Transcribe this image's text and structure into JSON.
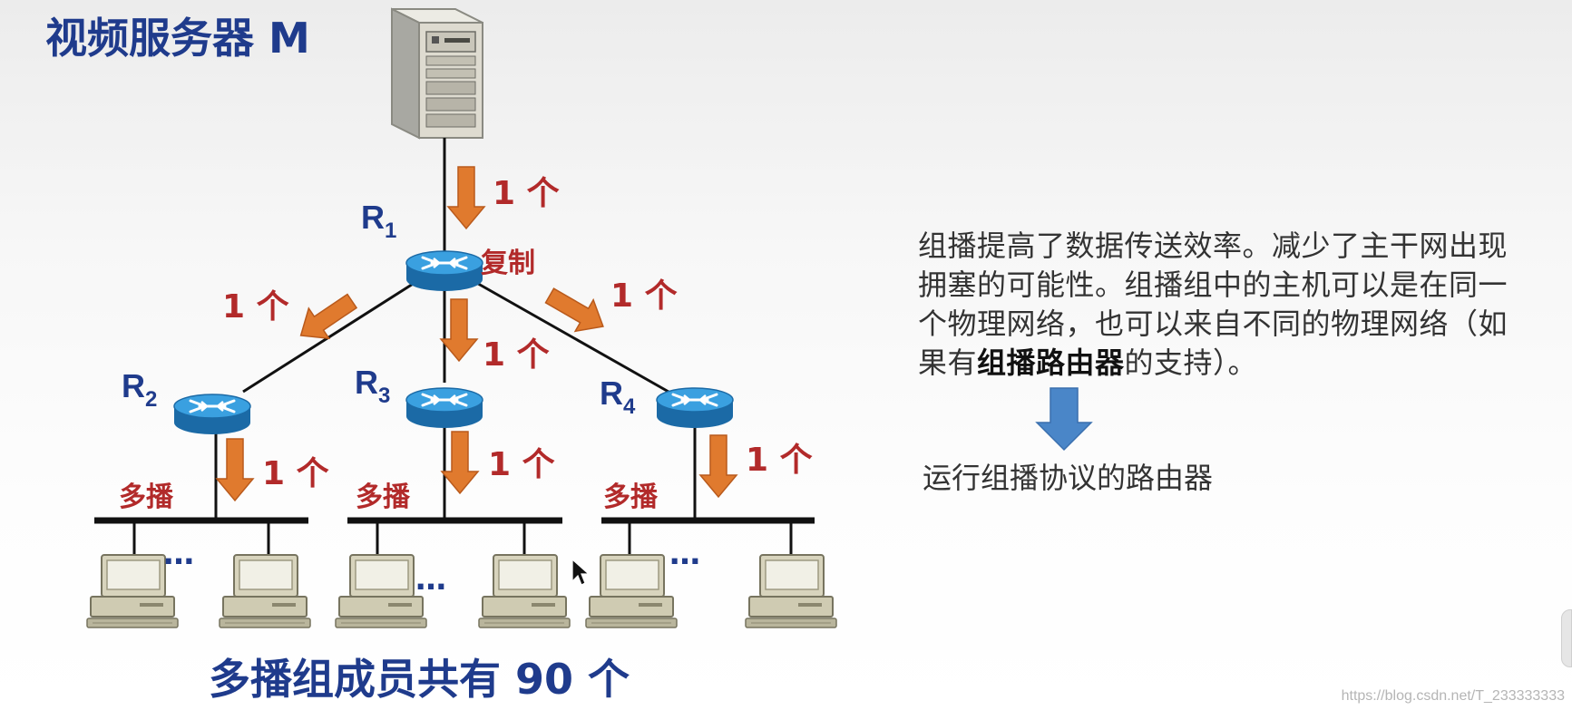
{
  "title": "视频服务器 M",
  "routers": {
    "r1": {
      "main": "R",
      "sub": "1"
    },
    "r2": {
      "main": "R",
      "sub": "2"
    },
    "r3": {
      "main": "R",
      "sub": "3"
    },
    "r4": {
      "main": "R",
      "sub": "4"
    }
  },
  "copy_label": "复制",
  "count_label": "1 个",
  "multicast_label": "多播",
  "dots": "…",
  "bottom_caption": "多播组成员共有 90 个",
  "explanation": {
    "lines": [
      "组播提高了数据传送效率。减少了主干网出现",
      "拥塞的可能性。组播组中的主机可以是在同一",
      "个物理网络，也可以来自不同的物理网络（如"
    ],
    "last_prefix": "果有",
    "last_bold": "组播路由器",
    "last_suffix": "的支持）。"
  },
  "result": "运行组播协议的路由器",
  "watermark": "https://blog.csdn.net/T_233333333",
  "colors": {
    "title_blue": "#1f3b8c",
    "count_red": "#b22a2a",
    "arrow_orange": "#e07a2e",
    "router_blue": "#2f8fd0",
    "down_arrow_blue": "#4a86c8"
  },
  "icons": [
    "server-icon",
    "router-icon",
    "workstation-icon",
    "mouse-cursor-icon"
  ]
}
